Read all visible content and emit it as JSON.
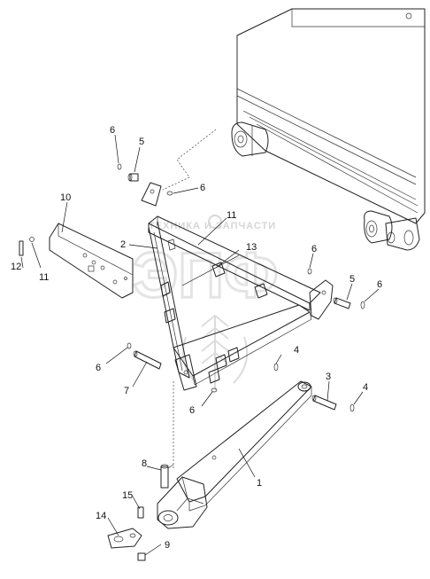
{
  "watermark": {
    "text_top": "ТЕХНИКА И ЗАПЧАСТИ",
    "logo_letters": "ЭПФ"
  },
  "callouts": [
    {
      "id": "c1",
      "label": "1"
    },
    {
      "id": "c2",
      "label": "2"
    },
    {
      "id": "c3",
      "label": "3"
    },
    {
      "id": "c4a",
      "label": "4"
    },
    {
      "id": "c4b",
      "label": "4"
    },
    {
      "id": "c5a",
      "label": "5"
    },
    {
      "id": "c5b",
      "label": "5"
    },
    {
      "id": "c6a",
      "label": "6"
    },
    {
      "id": "c6b",
      "label": "6"
    },
    {
      "id": "c6c",
      "label": "6"
    },
    {
      "id": "c6d",
      "label": "6"
    },
    {
      "id": "c6e",
      "label": "6"
    },
    {
      "id": "c6f",
      "label": "6"
    },
    {
      "id": "c7",
      "label": "7"
    },
    {
      "id": "c8",
      "label": "8"
    },
    {
      "id": "c9",
      "label": "9"
    },
    {
      "id": "c10",
      "label": "10"
    },
    {
      "id": "c11a",
      "label": "11"
    },
    {
      "id": "c11b",
      "label": "11"
    },
    {
      "id": "c12",
      "label": "12"
    },
    {
      "id": "c13",
      "label": "13"
    },
    {
      "id": "c14",
      "label": "14"
    },
    {
      "id": "c15",
      "label": "15"
    }
  ]
}
